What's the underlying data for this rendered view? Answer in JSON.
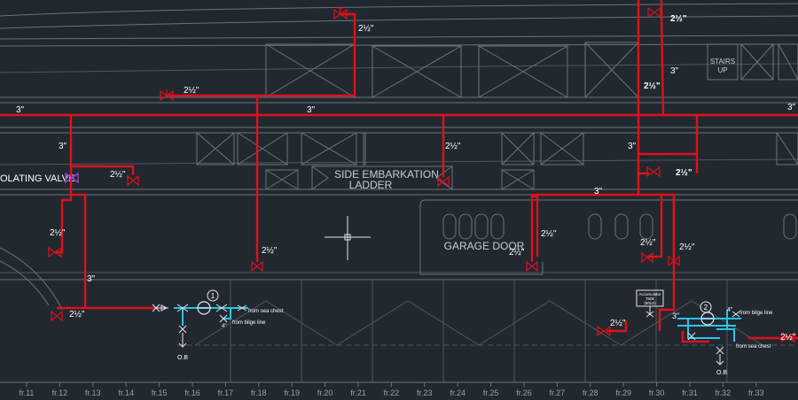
{
  "labels": {
    "side_embarkation": "SIDE EMBARKATION",
    "ladder": "LADDER",
    "garage_door": "GARAGE DOOR",
    "isolating_valve": "OLATING VALVE",
    "stairs": "STAIRS",
    "up": "UP",
    "from_sea_chest_1": "from sea chest",
    "from_bilge_line_1": "from bilge line",
    "from_bilge_line_2": "from bilge line",
    "from_sea_chest_2": "from sea chest",
    "ob_1": "O.B",
    "ob_2": "O.B",
    "pump_1": "1",
    "pump_2": "2",
    "accumulator_line1": "Accumulator",
    "accumulator_line2": "Tank",
    "accumulator_line3": "(50Ltr)",
    "four_inch_1": "4\"",
    "four_inch_2": "4\""
  },
  "pipe_sizes": {
    "s_top_2half": "2½\"",
    "s_top_right_2half": "2½\"",
    "s_left_3_a": "3\"",
    "s_mid_3": "3\"",
    "s_2half_a": "2½\"",
    "s_2half_b": "2½\"",
    "s_3_left": "3\"",
    "s_2half_c": "2½\"",
    "s_2half_valve": "2½\"",
    "s_2half_d": "2½\"",
    "s_3_lower_left": "3\"",
    "s_2half_e": "2½\"",
    "s_2half_f": "2½\"",
    "s_3_right": "3\"",
    "s_3_topright": "3\"",
    "s_2half_g": "2½\"",
    "s_3_mid": "3\"",
    "s_2half_h": "2½\"",
    "s_2half_i": "2½\"",
    "s_2half_j": "2½\"",
    "s_2half_k": "2½\"",
    "s_3_pump2": "3\"",
    "s_2half_l": "2½\"",
    "s_right_3": "3\"",
    "s_2half_m": "2½\""
  },
  "frames": [
    "fr.11",
    "fr.12",
    "fr.13",
    "fr.14",
    "fr.15",
    "fr.16",
    "fr.17",
    "fr.18",
    "fr.19",
    "fr.20",
    "fr.21",
    "fr.22",
    "fr.23",
    "fr.24",
    "fr.25",
    "fr.26",
    "fr.27",
    "fr.28",
    "fr.29",
    "fr.30",
    "fr.31",
    "fr.32",
    "fr.33"
  ],
  "colors": {
    "background": "#212830",
    "pipe": "#e0101a",
    "suction": "#26c6e8",
    "structure": "#6c737b"
  }
}
